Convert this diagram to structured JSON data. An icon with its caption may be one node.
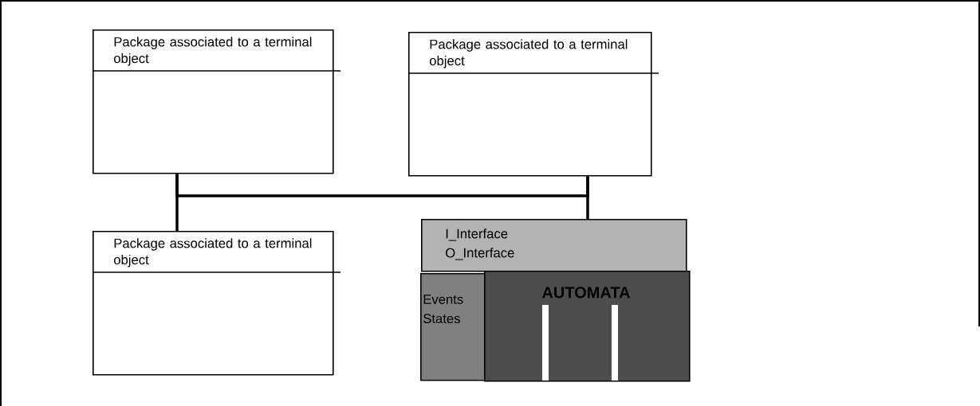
{
  "diagram": {
    "nodes": [
      {
        "text": [
          "Package associated to a terminal object"
        ]
      },
      {
        "text": [
          "Package associated to a terminal object"
        ]
      },
      {
        "text": [
          "Package associated to a terminal object"
        ]
      },
      {
        "text": [
          "I_Interface",
          "O_Interface"
        ]
      },
      {
        "text": [
          "Events",
          "States"
        ]
      },
      {
        "text": [
          "AUTOMATA"
        ]
      }
    ],
    "edges": [
      {
        "from": 0,
        "to": 2,
        "arrow": "none"
      },
      {
        "from": 0,
        "to": 1,
        "arrow": "none"
      },
      {
        "from": 1,
        "to": 3,
        "arrow": "none"
      }
    ]
  }
}
